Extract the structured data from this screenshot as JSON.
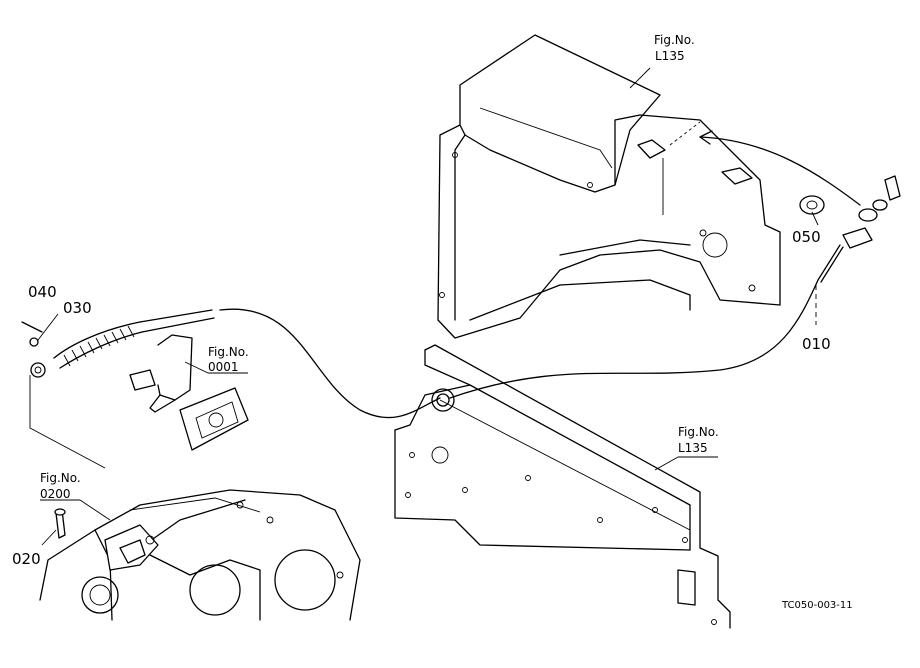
{
  "figure_refs": {
    "top_panel": {
      "line1": "Fig.No.",
      "line2": "L135"
    },
    "bottom_panel": {
      "line1": "Fig.No.",
      "line2": "L135"
    },
    "bracket": {
      "line1": "Fig.No.",
      "line2": "0001"
    },
    "engine": {
      "line1": "Fig.No.",
      "line2": "0200"
    }
  },
  "part_numbers": {
    "p010": "010",
    "p020": "020",
    "p030": "030",
    "p040": "040",
    "p050": "050"
  },
  "drawing_code": "TC050-003-11"
}
